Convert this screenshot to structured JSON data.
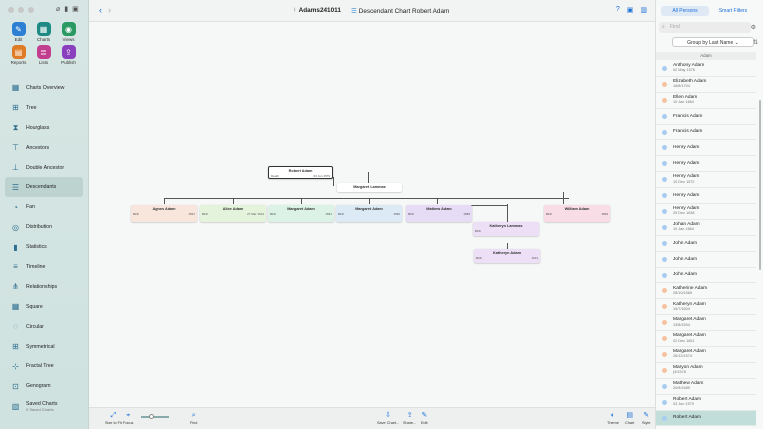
{
  "sidebar": {
    "tools": [
      {
        "label": "Edit",
        "icon": "pencil-icon",
        "color": "#2d7fd3"
      },
      {
        "label": "Charts",
        "icon": "charts-icon",
        "color": "#1f8a84"
      },
      {
        "label": "Views",
        "icon": "eye-icon",
        "color": "#2a9a62"
      },
      {
        "label": "Reports",
        "icon": "reports-icon",
        "color": "#e07b25"
      },
      {
        "label": "Lists",
        "icon": "lists-icon",
        "color": "#c23f8f"
      },
      {
        "label": "Publish",
        "icon": "publish-icon",
        "color": "#8a3fbf"
      }
    ],
    "nav": [
      {
        "label": "Charts Overview",
        "icon": "overview-icon"
      },
      {
        "label": "Tree",
        "icon": "tree-icon"
      },
      {
        "label": "Hourglass",
        "icon": "hourglass-icon"
      },
      {
        "label": "Ancestors",
        "icon": "ancestors-icon"
      },
      {
        "label": "Double Ancestor",
        "icon": "double-ancestor-icon"
      },
      {
        "label": "Descendants",
        "icon": "descendants-icon"
      },
      {
        "label": "Fan",
        "icon": "fan-icon"
      },
      {
        "label": "Distribution",
        "icon": "distribution-icon"
      },
      {
        "label": "Statistics",
        "icon": "statistics-icon"
      },
      {
        "label": "Timeline",
        "icon": "timeline-icon"
      },
      {
        "label": "Relationships",
        "icon": "relationships-icon"
      },
      {
        "label": "Square",
        "icon": "square-icon"
      },
      {
        "label": "Circular",
        "icon": "circular-icon"
      },
      {
        "label": "Symmetrical",
        "icon": "symmetrical-icon"
      },
      {
        "label": "Fractal Tree",
        "icon": "fractal-icon"
      },
      {
        "label": "Genogram",
        "icon": "genogram-icon"
      },
      {
        "label": "Saved Charts",
        "icon": "saved-charts-icon",
        "sub": "0 Saved Charts"
      }
    ],
    "selected_nav": "Descendants"
  },
  "toolbar": {
    "document": "Adams241011",
    "chart_title": "Descendant Chart Robert Adam"
  },
  "chart": {
    "root": {
      "name": "Robert Adam",
      "label": "Death",
      "date": "03 Jun 1579"
    },
    "spouse": {
      "name": "Margaret Lammas"
    },
    "children": [
      {
        "name": "Agnes Adam",
        "label": "Birth",
        "date": "1597",
        "bg": "#f8e6dc"
      },
      {
        "name": "Alice Adam",
        "label": "Birth",
        "date": "27 Mar 1613",
        "bg": "#e4f4dc"
      },
      {
        "name": "Margaret Adam",
        "label": "Birth",
        "date": "1591",
        "bg": "#dcf2e6"
      },
      {
        "name": "Margaret Adam",
        "label": "Birth",
        "date": "1590",
        "bg": "#dceaf6"
      },
      {
        "name": "Mathew Adam",
        "label": "Birth",
        "date": "1589",
        "bg": "#e6dcf6"
      },
      {
        "name": "William Adam",
        "label": "Birth",
        "date": "1593",
        "bg": "#f8dce6"
      }
    ],
    "grandchildren": [
      {
        "name": "Katheryn Lammas",
        "label": "Birth",
        "date": "",
        "bg": "#ecdff6"
      },
      {
        "name": "Katheryn Adam",
        "label": "Birth",
        "date": "1613",
        "bg": "#ecdff6"
      }
    ]
  },
  "bottombar": {
    "items": [
      "Size to Fit",
      "Focus",
      "Find",
      "Save Chart...",
      "Share...",
      "Edit",
      "Theme",
      "Chart",
      "Style"
    ]
  },
  "rpanel": {
    "tabs": [
      "All Persons",
      "Smart Filters"
    ],
    "find_placeholder": "Find",
    "group_by": "Group by Last Name",
    "section": "Adam",
    "persons": [
      {
        "name": "Anthony Adam",
        "sub": "02 May 1576",
        "sex": "m"
      },
      {
        "name": "Elizabeth Adam",
        "sub": "16/8/1704",
        "sex": "f"
      },
      {
        "name": "Ellen Adam",
        "sub": "10 Jan 1664",
        "sex": "f"
      },
      {
        "name": "Francis Adam",
        "sub": "",
        "sex": "m"
      },
      {
        "name": "Francis Adam",
        "sub": "",
        "sex": "m"
      },
      {
        "name": "Henry Adam",
        "sub": "",
        "sex": "m"
      },
      {
        "name": "Henry Adam",
        "sub": "",
        "sex": "m"
      },
      {
        "name": "Henry Adam",
        "sub": "10 Dec 1572",
        "sex": "m"
      },
      {
        "name": "Henry Adam",
        "sub": "",
        "sex": "m"
      },
      {
        "name": "Henry Adam",
        "sub": "25 Dec 1638",
        "sex": "m"
      },
      {
        "name": "Johan Adam",
        "sub": "10 Jan 1664",
        "sex": "m"
      },
      {
        "name": "John Adam",
        "sub": "",
        "sex": "m"
      },
      {
        "name": "John Adam",
        "sub": "",
        "sex": "m"
      },
      {
        "name": "John Adam",
        "sub": "",
        "sex": "m"
      },
      {
        "name": "Katherine Adam",
        "sub": "28/10/1565",
        "sex": "f"
      },
      {
        "name": "Katheryn Adam",
        "sub": "15/7/1604",
        "sex": "f"
      },
      {
        "name": "Margaret Adam",
        "sub": "13/8/1594",
        "sex": "f"
      },
      {
        "name": "Margaret Adam",
        "sub": "02 Dec 1651",
        "sex": "f"
      },
      {
        "name": "Margaret Adam",
        "sub": "26/12/1574",
        "sex": "f"
      },
      {
        "name": "Maryon Adam",
        "sub": "(4/1578",
        "sex": "f"
      },
      {
        "name": "Mathew Adam",
        "sub": "20/8/1589",
        "sex": "m"
      },
      {
        "name": "Robert Adam",
        "sub": "03 Jun 1579",
        "sex": "m"
      },
      {
        "name": "Robert Adam",
        "sub": "",
        "sex": "m"
      }
    ],
    "selected_index": 22,
    "colors": {
      "male": "#a9cdf0",
      "female": "#f6c2a0"
    }
  }
}
